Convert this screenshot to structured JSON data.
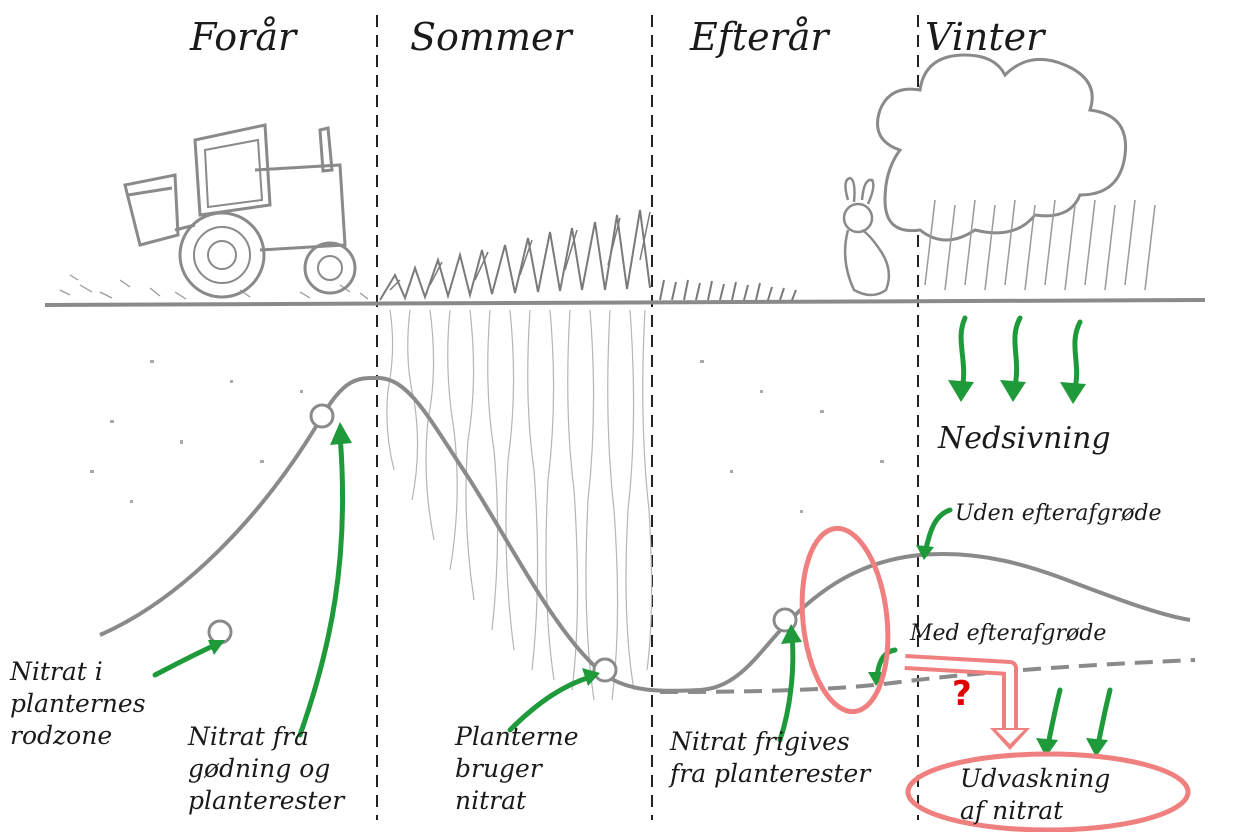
{
  "seasons": [
    "Forår",
    "Sommer",
    "Efterår",
    "Vinter"
  ],
  "labels": {
    "nitrat_rodzone": [
      "Nitrat i",
      "planternes",
      "rodzone"
    ],
    "nitrat_godning": [
      "Nitrat fra",
      "gødning og",
      "planterester"
    ],
    "planterne_bruger": [
      "Planterne",
      "bruger",
      "nitrat"
    ],
    "nitrat_frigives": [
      "Nitrat frigives",
      "fra planterester"
    ],
    "nedsivning": "Nedsivning",
    "uden_efterafgrode": "Uden efterafgrøde",
    "med_efterafgrode": "Med efterafgrøde",
    "udvaskning": [
      "Udvaskning",
      "af nitrat"
    ],
    "question_mark": "?"
  },
  "colors": {
    "ink": "#1a1a1a",
    "grey": "#8a8a8a",
    "green": "#1e9a3a",
    "highlight": "#f08080",
    "question": "#e00000"
  }
}
